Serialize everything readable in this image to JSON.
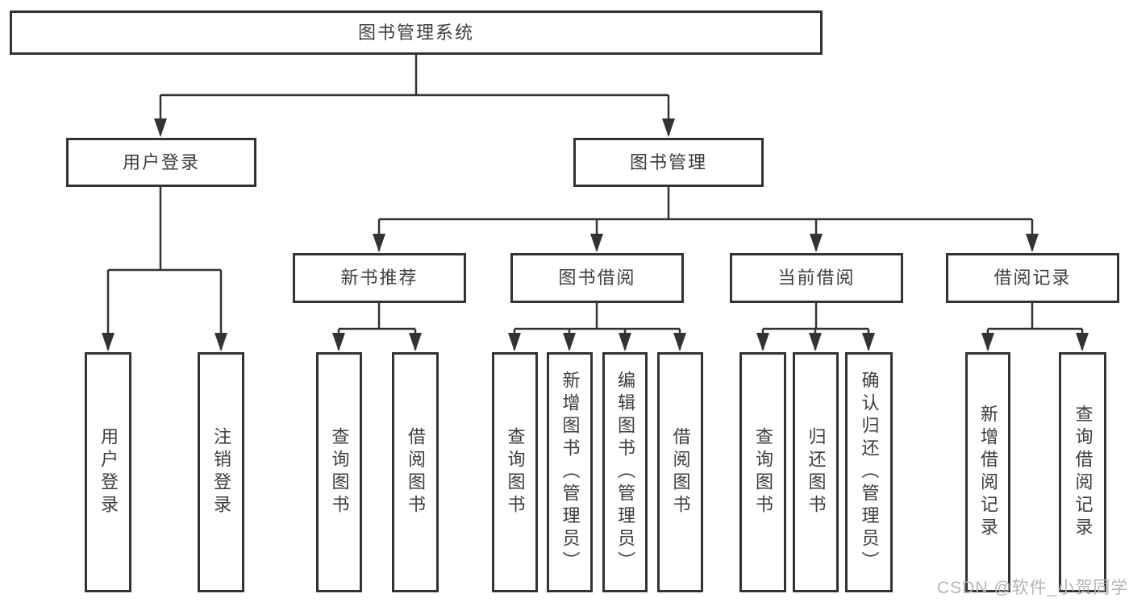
{
  "diagram": {
    "root": "图书管理系统",
    "branches": [
      {
        "label": "用户登录",
        "children": [
          "用户登录",
          "注销登录"
        ]
      },
      {
        "label": "图书管理",
        "groups": [
          {
            "label": "新书推荐",
            "children": [
              "查询图书",
              "借阅图书"
            ]
          },
          {
            "label": "图书借阅",
            "children": [
              "查询图书",
              "新增图书（管理员）",
              "编辑图书（管理员）",
              "借阅图书"
            ]
          },
          {
            "label": "当前借阅",
            "children": [
              "查询图书",
              "归还图书",
              "确认归还（管理员）"
            ]
          },
          {
            "label": "借阅记录",
            "children": [
              "新增借阅记录",
              "查询借阅记录"
            ]
          }
        ]
      }
    ]
  },
  "watermark": "CSDN @软件_小贺同学",
  "colors": {
    "ink": "#333333",
    "text": "#3d3d3d",
    "watermark": "#b5b5b5",
    "background": "#ffffff"
  }
}
